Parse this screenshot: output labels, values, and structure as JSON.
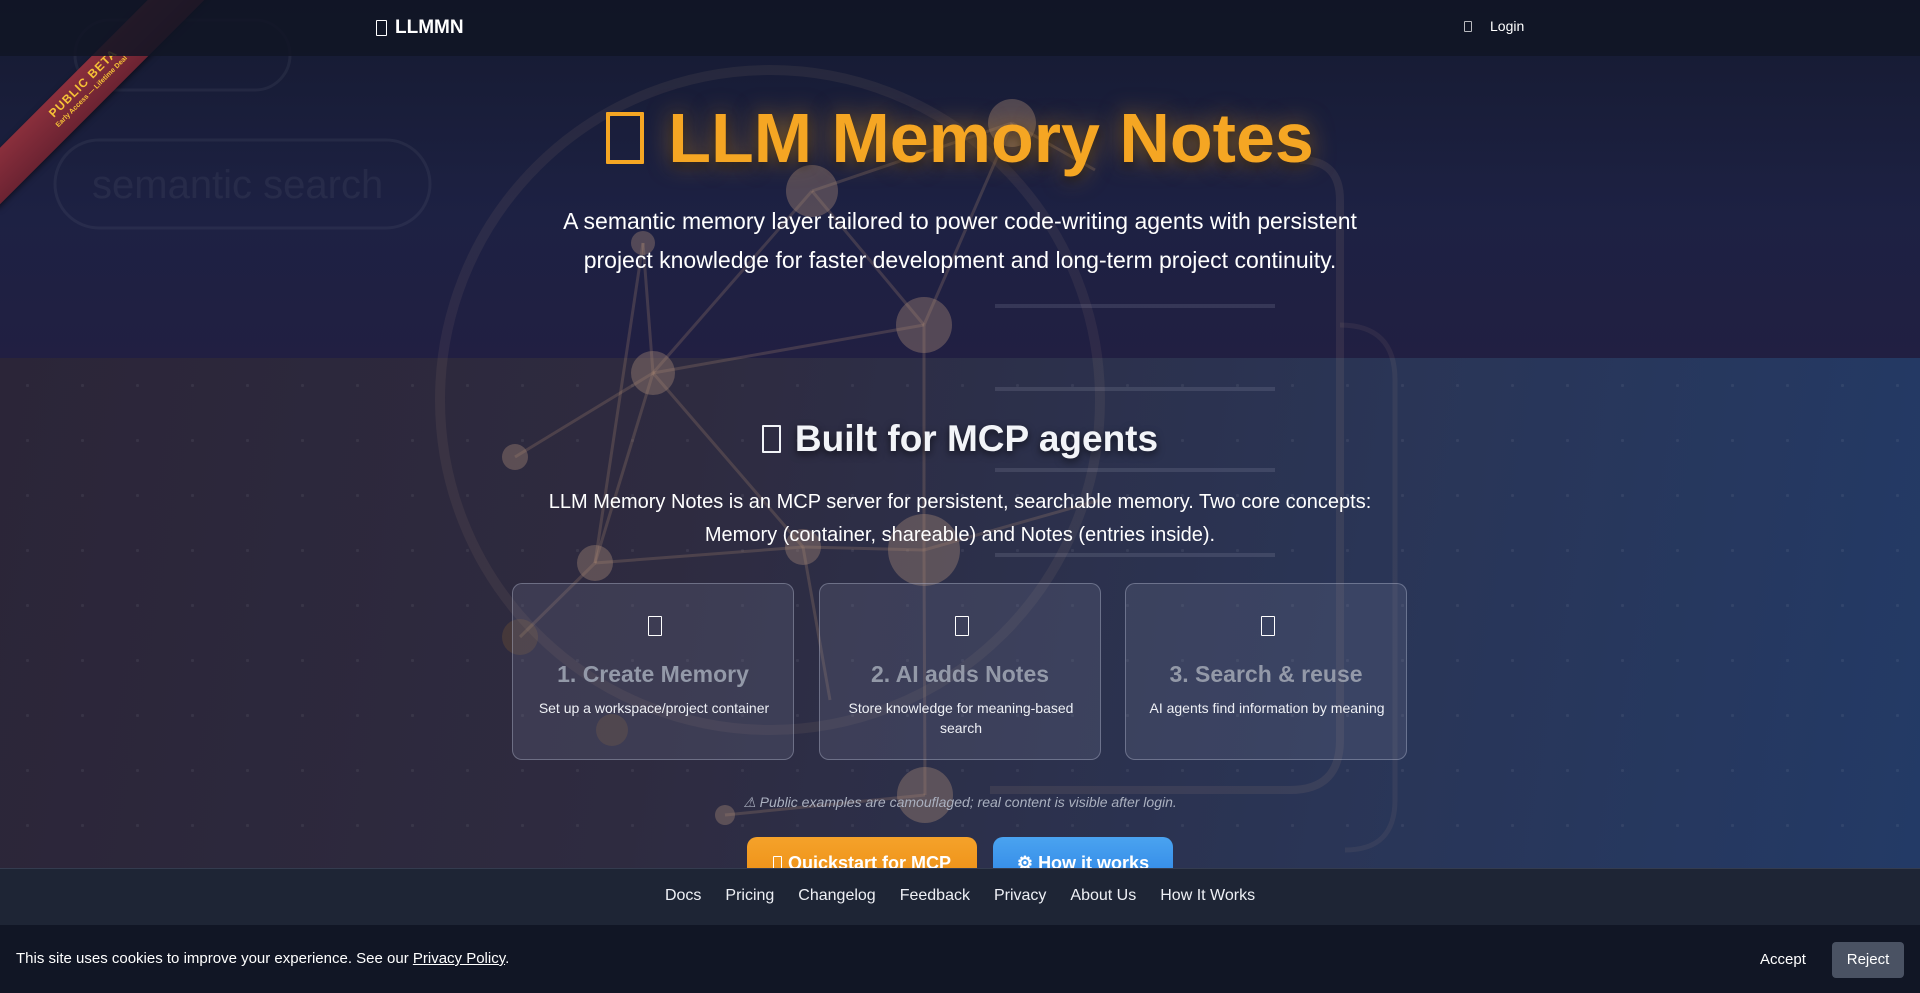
{
  "ribbon": {
    "line1": "PUBLIC BETA",
    "line2": "Early Access — Lifetime Deal"
  },
  "background": {
    "watermark_text": "semantic search"
  },
  "header": {
    "brand": "LLMMN",
    "login_label": "Login"
  },
  "hero": {
    "title": "LLM Memory Notes",
    "subtitle": "A semantic memory layer tailored to power code-writing agents with persistent project knowledge for faster development and long-term project continuity."
  },
  "section": {
    "title": "Built for MCP agents",
    "description": "LLM Memory Notes is an MCP server for persistent, searchable memory. Two core concepts: Memory (container, shareable) and Notes (entries inside).",
    "cards": [
      {
        "title": "1. Create Memory",
        "text": "Set up a workspace/project container"
      },
      {
        "title": "2. AI adds Notes",
        "text": "Store knowledge for meaning-based search"
      },
      {
        "title": "3. Search & reuse",
        "text": "AI agents find information by meaning"
      }
    ],
    "note": "⚠ Public examples are camouflaged; real content is visible after login.",
    "quickstart_label": "Quickstart for MCP",
    "how_label": "How it works",
    "how_icon": "⚙"
  },
  "footer": {
    "links": [
      "Docs",
      "Pricing",
      "Changelog",
      "Feedback",
      "Privacy",
      "About Us",
      "How It Works"
    ]
  },
  "cookie": {
    "text_before": "This site uses cookies to improve your experience. See our ",
    "link": "Privacy Policy",
    "text_after": ".",
    "accept_label": "Accept",
    "reject_label": "Reject"
  },
  "colors": {
    "accent_orange": "#f5a623",
    "accent_blue": "#2f86e6",
    "header_bg": "#111524",
    "footer_bg": "#1e2535"
  }
}
